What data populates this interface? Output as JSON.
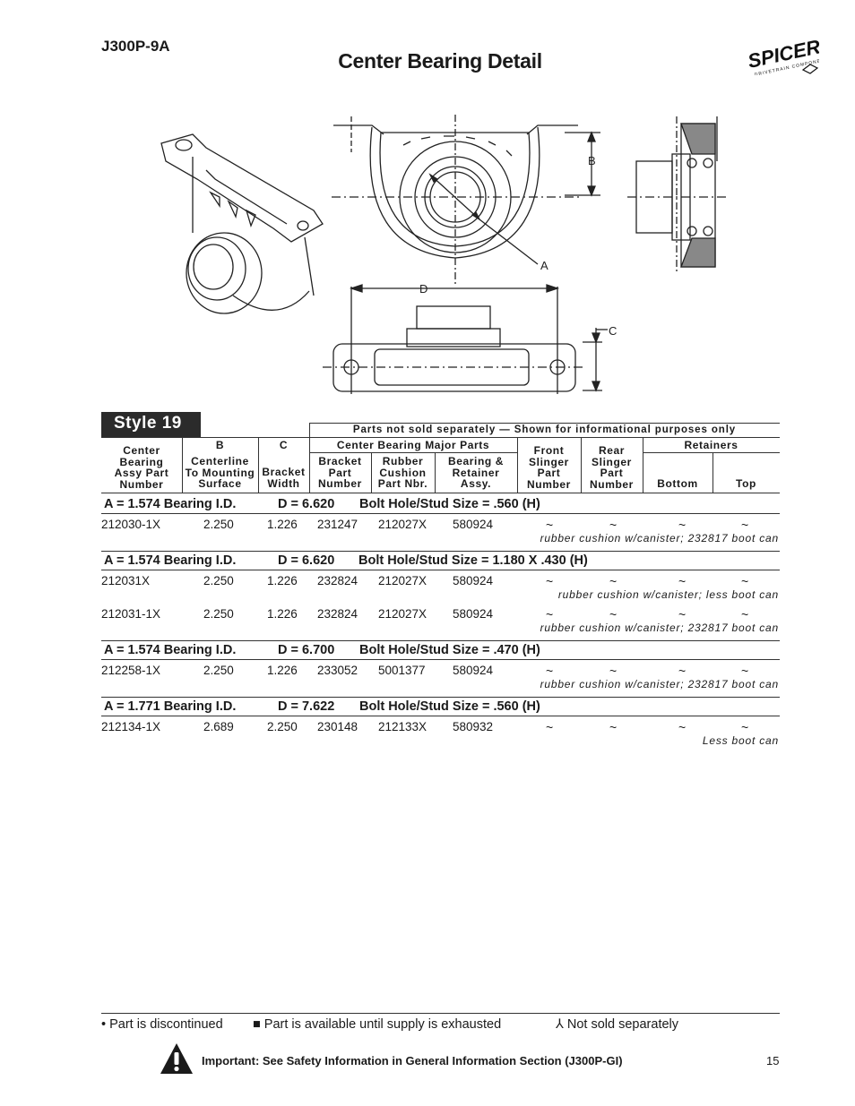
{
  "doc_code": "J300P-9A",
  "title": "Center Bearing Detail",
  "logo": {
    "brand": "SPICER",
    "tagline": "DRIVETRAIN COMPONENTS"
  },
  "drawing": {
    "labels": {
      "a": "A",
      "b": "B",
      "c": "C",
      "d": "D"
    }
  },
  "style_label": "Style 19",
  "table": {
    "banner": "Parts not sold separately — Shown for informational purposes only",
    "super_b": "B",
    "super_c": "C",
    "super_major": "Center Bearing Major Parts",
    "super_retainers": "Retainers",
    "col_assy": "Center\nBearing\nAssy Part\nNumber",
    "col_b": "Centerline\nTo Mounting\nSurface",
    "col_c": "Bracket\nWidth",
    "col_bracket": "Bracket\nPart\nNumber",
    "col_cushion": "Rubber\nCushion\nPart Nbr.",
    "col_bearing": "Bearing &\nRetainer\nAssy.",
    "col_front": "Front\nSlinger\nPart\nNumber",
    "col_rear": "Rear\nSlinger\nPart\nNumber",
    "col_bottom": "Bottom",
    "col_top": "Top",
    "groups": [
      {
        "a": "A = 1.574 Bearing I.D.",
        "d": "D = 6.620",
        "bolt": "Bolt Hole/Stud Size = .560 (H)",
        "rows": [
          {
            "assy": "212030-1X",
            "b": "2.250",
            "c": "1.226",
            "bracket": "231247",
            "cushion": "212027X",
            "bearing": "580924",
            "front": "~",
            "rear": "~",
            "bottom": "~",
            "top": "~",
            "note": "rubber cushion w/canister; 232817 boot can"
          }
        ]
      },
      {
        "a": "A = 1.574 Bearing I.D.",
        "d": "D = 6.620",
        "bolt": "Bolt Hole/Stud Size = 1.180 X .430 (H)",
        "rows": [
          {
            "assy": "212031X",
            "b": "2.250",
            "c": "1.226",
            "bracket": "232824",
            "cushion": "212027X",
            "bearing": "580924",
            "front": "~",
            "rear": "~",
            "bottom": "~",
            "top": "~",
            "note": "rubber cushion w/canister; less boot can"
          },
          {
            "assy": "212031-1X",
            "b": "2.250",
            "c": "1.226",
            "bracket": "232824",
            "cushion": "212027X",
            "bearing": "580924",
            "front": "~",
            "rear": "~",
            "bottom": "~",
            "top": "~",
            "note": "rubber cushion w/canister; 232817 boot can"
          }
        ]
      },
      {
        "a": "A = 1.574 Bearing I.D.",
        "d": "D = 6.700",
        "bolt": "Bolt Hole/Stud Size = .470 (H)",
        "rows": [
          {
            "assy": "212258-1X",
            "b": "2.250",
            "c": "1.226",
            "bracket": "233052",
            "cushion": "5001377",
            "bearing": "580924",
            "front": "~",
            "rear": "~",
            "bottom": "~",
            "top": "~",
            "note": "rubber cushion w/canister; 232817 boot can"
          }
        ]
      },
      {
        "a": "A = 1.771 Bearing I.D.",
        "d": "D = 7.622",
        "bolt": "Bolt Hole/Stud Size = .560 (H)",
        "rows": [
          {
            "assy": "212134-1X",
            "b": "2.689",
            "c": "2.250",
            "bracket": "230148",
            "cushion": "212133X",
            "bearing": "580932",
            "front": "~",
            "rear": "~",
            "bottom": "~",
            "top": "~",
            "note": "Less boot can"
          }
        ]
      }
    ]
  },
  "legend": {
    "discontinued": "• Part is discontinued",
    "supply": "■ Part is available until supply is exhausted",
    "not_sold": "⅄ Not sold separately"
  },
  "safety": "Important:  See Safety Information in General Information Section (J300P-GI)",
  "page_number": "15"
}
